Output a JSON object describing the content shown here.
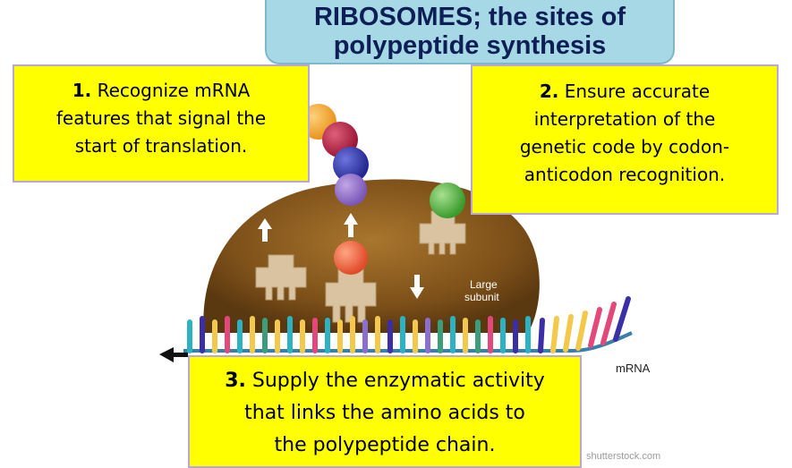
{
  "title": {
    "line1": "RIBOSOMES; the sites of",
    "line2": "polypeptide synthesis"
  },
  "callouts": [
    {
      "number": "1.",
      "lines": [
        "Recognize mRNA",
        "features that signal the",
        "start of translation."
      ]
    },
    {
      "number": "2.",
      "lines": [
        "Ensure accurate",
        "interpretation of the",
        "genetic code by codon-",
        "anticodon recognition."
      ]
    },
    {
      "number": "3.",
      "lines": [
        "Supply the enzymatic activity",
        "that links the amino acids to",
        "the polypeptide chain."
      ]
    }
  ],
  "illustration": {
    "large_subunit_label_line1": "Large",
    "large_subunit_label_line2": "subunit",
    "mrna_label": "mRNA",
    "watermark": "shutterstock.com"
  },
  "colors": {
    "callout_bg": "#ffff00",
    "title_bg": "#a6d8e6",
    "ribosome": "#8a5a1c",
    "trna": "#d9c3a0"
  }
}
